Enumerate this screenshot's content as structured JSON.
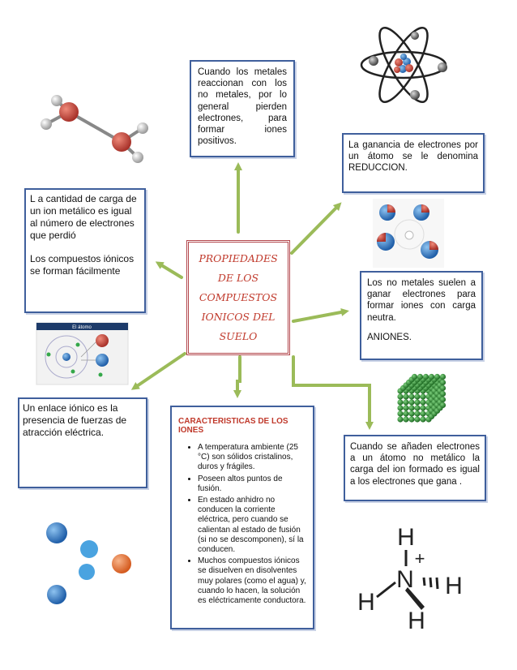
{
  "center": {
    "title": "PROPIEDADES DE LOS COMPUESTOS IONICOS DEL SUELO"
  },
  "boxes": {
    "metales": "Cuando los metales reaccionan con los no metales, por lo general pierden electrones, para formar iones positivos.",
    "reduccion": "La ganancia de electrones por un átomo se le denomina REDUCCION.",
    "carga": "L a cantidad de carga de un ion metálico es igual al número de electrones que perdió",
    "compuestos": "Los compuestos iónicos se forman fácilmente",
    "no_metales": "Los no metales suelen a ganar electrones para formar iones con carga neutra.",
    "aniones": "ANIONES.",
    "enlace": "Un enlace iónico es la presencia de fuerzas de atracción eléctrica.",
    "anaden": "Cuando se añaden electrones a un átomo no metálico la carga del ion formado es igual a los electrones que gana ."
  },
  "caracteristicas": {
    "title": "CARACTERISTICAS DE LOS IONES",
    "items": [
      "A temperatura ambiente (25 °C) son sólidos cristalinos, duros y frágiles.",
      "Poseen altos puntos de fusión.",
      "En estado anhidro no conducen la corriente eléctrica, pero cuando se calientan al estado de fusión (si no se descomponen), sí la conducen.",
      "Muchos compuestos iónicos se disuelven en disolventes muy polares (como el agua) y, cuando lo hacen, la solución es eléctricamente conductora."
    ]
  },
  "images": {
    "atom_diagram_title": "El átomo",
    "ammonium": {
      "n": "N",
      "h": "H",
      "plus": "+"
    }
  },
  "colors": {
    "arrow": "#9bbb59",
    "box_border": "#3f5f9c",
    "center_border": "#b2454b",
    "title_red": "#c0392b"
  }
}
